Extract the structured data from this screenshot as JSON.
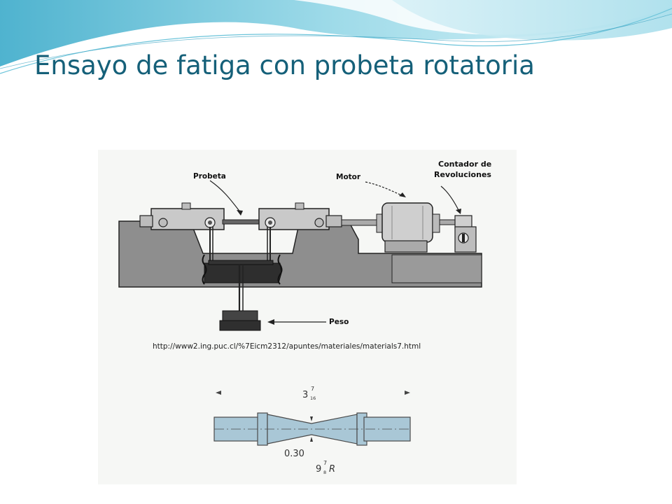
{
  "slide": {
    "title": "Ensayo de fatiga con probeta rotatoria",
    "colors": {
      "title": "#156079",
      "wave_light": "#bfe6f0",
      "wave_mid": "#8fd2e3",
      "wave_dark": "#5fbcd3",
      "specimen_fill": "#a9c7d6"
    }
  },
  "machine": {
    "labels": {
      "probeta": "Probeta",
      "motor": "Motor",
      "counter_line1": "Contador de",
      "counter_line2": "Revoluciones",
      "weight": "Peso"
    },
    "source_url": "http://www2.ing.puc.cl/%7Eicm2312/apuntes/materiales/materials7.html"
  },
  "specimen": {
    "dim_top_main": "3",
    "dim_top_sup": "7",
    "dim_top_sub": "16",
    "dim_radius_note": "0.30",
    "dim_bottom_main": "9",
    "dim_bottom_sup": "7",
    "dim_bottom_sub": "8",
    "dim_bottom_suffix": "R"
  }
}
